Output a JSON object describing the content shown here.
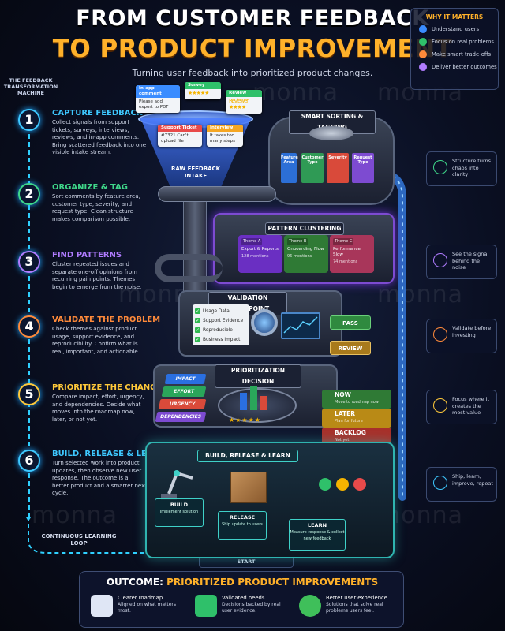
{
  "header": {
    "title_line1": "FROM CUSTOMER FEEDBACK",
    "title_line2": "TO PRODUCT IMPROVEMENT",
    "subtitle": "Turning user feedback into prioritized product changes."
  },
  "watermark": "monna",
  "machine_label": "THE FEEDBACK TRANSFORMATION MACHINE",
  "steps": [
    {
      "num": "1",
      "title": "CAPTURE FEEDBACK",
      "color": "#3ec8ff",
      "desc": "Collect signals from support tickets, surveys, interviews, reviews, and in-app comments. Bring scattered feedback into one visible intake stream."
    },
    {
      "num": "2",
      "title": "ORGANIZE & TAG",
      "color": "#3fd88a",
      "desc": "Sort comments by feature area, customer type, severity, and request type. Clean structure makes comparison possible."
    },
    {
      "num": "3",
      "title": "FIND PATTERNS",
      "color": "#b07cff",
      "desc": "Cluster repeated issues and separate one-off opinions from recurring pain points. Themes begin to emerge from the noise."
    },
    {
      "num": "4",
      "title": "VALIDATE THE PROBLEM",
      "color": "#ff8a3a",
      "desc": "Check themes against product usage, support evidence, and reproducibility. Confirm what is real, important, and actionable."
    },
    {
      "num": "5",
      "title": "PRIORITIZE THE CHANGE",
      "color": "#ffc93a",
      "desc": "Compare impact, effort, urgency, and dependencies. Decide what moves into the roadmap now, later, or not yet."
    },
    {
      "num": "6",
      "title": "BUILD, RELEASE & LEARN",
      "color": "#3ec8ff",
      "desc": "Turn selected work into product updates, then observe new user response. The outcome is a better product and a smarter next cycle."
    }
  ],
  "loop_label": "CONTINUOUS LEARNING LOOP",
  "return_label": "NEW INSIGHTS RETURN TO THE START",
  "why": {
    "title": "WHY IT MATTERS",
    "items": [
      {
        "label": "Understand users",
        "color": "#3a8cff"
      },
      {
        "label": "Focus on real problems",
        "color": "#2fc06a"
      },
      {
        "label": "Make smart trade-offs",
        "color": "#ff8a3a"
      },
      {
        "label": "Deliver better outcomes",
        "color": "#b07cff"
      }
    ]
  },
  "side_notes": [
    {
      "label": "Structure turns chaos into clarity",
      "color": "#3fd88a"
    },
    {
      "label": "See the signal behind the noise",
      "color": "#b07cff"
    },
    {
      "label": "Validate before investing",
      "color": "#ff8a3a"
    },
    {
      "label": "Focus where it creates the most value",
      "color": "#ffc93a"
    },
    {
      "label": "Ship, learn, improve, repeat",
      "color": "#3ec8ff"
    }
  ],
  "intake": {
    "label": "RAW FEEDBACK INTAKE",
    "cards": [
      {
        "hdr": "In-app comment",
        "text": "Please add export to PDF",
        "color": "#3a8cff"
      },
      {
        "hdr": "Survey",
        "text": "★★★★★",
        "color": "#2fc06a"
      },
      {
        "hdr": "Review",
        "text": "Reviewer ★★★★",
        "color": "#2fc06a"
      },
      {
        "hdr": "Support Ticket",
        "text": "#7321 Can't upload file",
        "color": "#e84a4a"
      },
      {
        "hdr": "Interview",
        "text": "It takes too many steps",
        "color": "#f5a623"
      }
    ]
  },
  "sorting": {
    "label": "SMART SORTING & TAGGING",
    "tags": [
      {
        "label": "Feature Area",
        "color": "#2c6fd6"
      },
      {
        "label": "Customer Type",
        "color": "#2f9a55"
      },
      {
        "label": "Severity",
        "color": "#d94a3a"
      },
      {
        "label": "Request Type",
        "color": "#7d4bd1"
      }
    ]
  },
  "clustering": {
    "label": "PATTERN CLUSTERING",
    "themes": [
      {
        "tag": "Theme A",
        "name": "Export & Reports",
        "mentions": "128 mentions",
        "color": "#8a3fe0"
      },
      {
        "tag": "Theme B",
        "name": "Onboarding Flow",
        "mentions": "96 mentions",
        "color": "#3f9a3f"
      },
      {
        "tag": "Theme C",
        "name": "Performance Slow",
        "mentions": "74 mentions",
        "color": "#c8456b"
      }
    ]
  },
  "validation": {
    "label": "VALIDATION CHECKPOINT",
    "checks": [
      "Usage Data",
      "Support Evidence",
      "Reproducible",
      "Business Impact"
    ],
    "pass_label": "PASS",
    "review_label": "REVIEW"
  },
  "prioritization": {
    "label": "PRIORITIZATION DECISION",
    "criteria": [
      {
        "label": "IMPACT",
        "color": "#2a6fe0"
      },
      {
        "label": "EFFORT",
        "color": "#2aa65a"
      },
      {
        "label": "URGENCY",
        "color": "#d94a3a"
      },
      {
        "label": "DEPENDENCIES",
        "color": "#7d4bd1"
      }
    ],
    "decisions": [
      {
        "label": "NOW",
        "sub": "Move to roadmap now",
        "color": "#2f9a3f"
      },
      {
        "label": "LATER",
        "sub": "Plan for future",
        "color": "#d9a21c"
      },
      {
        "label": "BACKLOG",
        "sub": "Not yet",
        "color": "#c0392b"
      }
    ]
  },
  "build": {
    "label": "BUILD, RELEASE & LEARN",
    "stages": [
      {
        "title": "BUILD",
        "sub": "Implement solution"
      },
      {
        "title": "RELEASE",
        "sub": "Ship update to users"
      },
      {
        "title": "LEARN",
        "sub": "Measure response & collect new feedback"
      }
    ]
  },
  "outcome": {
    "title_prefix": "OUTCOME:",
    "title_rest": "PRIORITIZED PRODUCT IMPROVEMENTS",
    "items": [
      {
        "title": "Clearer roadmap",
        "desc": "Aligned on what matters most."
      },
      {
        "title": "Validated needs",
        "desc": "Decisions backed by real user evidence."
      },
      {
        "title": "Better user experience",
        "desc": "Solutions that solve real problems users feel."
      }
    ]
  }
}
